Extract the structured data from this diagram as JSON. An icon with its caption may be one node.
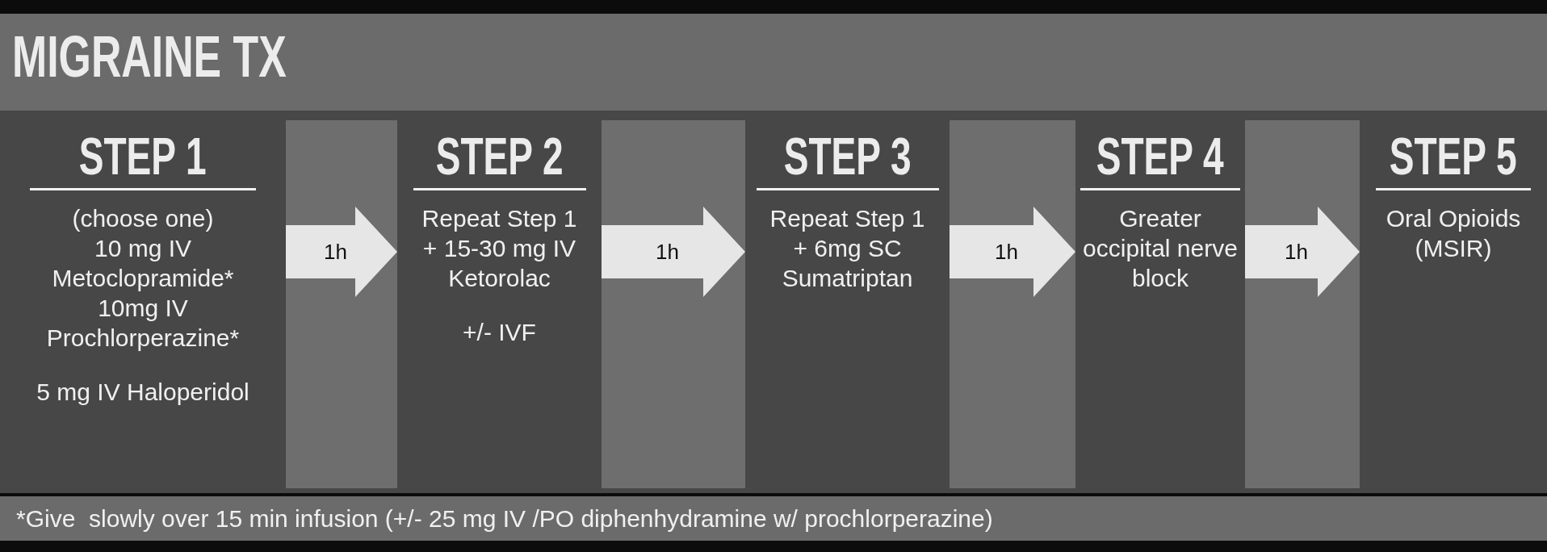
{
  "diagram": {
    "title": "MIGRAINE TX",
    "caption": "*Give  slowly over 15 min infusion (+/- 25 mg IV /PO diphenhydramine w/ prochlorperazine)",
    "nodes": [
      {
        "text": [
          "STEP 1",
          "(choose one)",
          "10 mg IV Metoclopramide*",
          "10mg IV Prochlorperazine*",
          "5 mg IV Haloperidol"
        ]
      },
      {
        "text": [
          "STEP 2",
          "Repeat Step 1",
          "+ 15-30 mg IV Ketorolac",
          "+/- IVF"
        ]
      },
      {
        "text": [
          "STEP 3",
          "Repeat Step 1",
          "+ 6mg SC Sumatriptan"
        ]
      },
      {
        "text": [
          "STEP 4",
          "Greater occipital nerve block"
        ]
      },
      {
        "text": [
          "STEP 5",
          "Oral Opioids (MSIR)"
        ]
      }
    ],
    "edges": [
      {
        "from": 0,
        "to": 1,
        "arrow": "to",
        "label": "1h"
      },
      {
        "from": 1,
        "to": 2,
        "arrow": "to",
        "label": "1h"
      },
      {
        "from": 2,
        "to": 3,
        "arrow": "to",
        "label": "1h"
      },
      {
        "from": 3,
        "to": 4,
        "arrow": "to",
        "label": "1h"
      }
    ]
  }
}
